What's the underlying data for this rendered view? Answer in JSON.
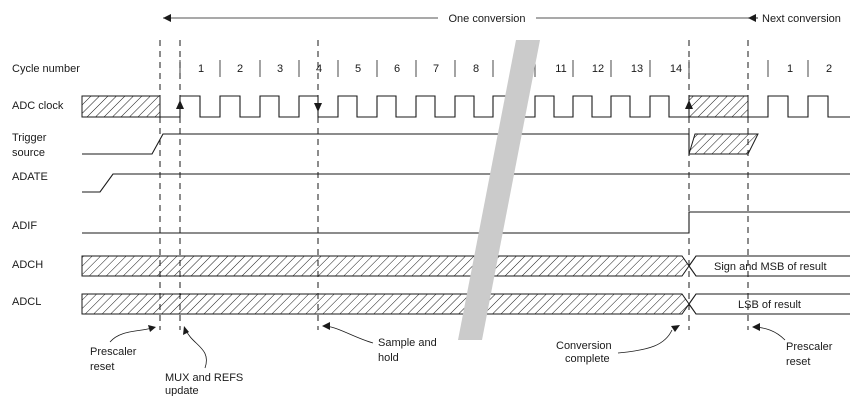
{
  "header": {
    "span_label": "One conversion",
    "next_label": "Next conversion"
  },
  "rows": {
    "cycle_number": "Cycle number",
    "adc_clock": "ADC clock",
    "trigger_line1": "Trigger",
    "trigger_line2": "source",
    "adate": "ADATE",
    "adif": "ADIF",
    "adch": "ADCH",
    "adcl": "ADCL"
  },
  "cycles": [
    "1",
    "2",
    "3",
    "4",
    "5",
    "6",
    "7",
    "8",
    "11",
    "12",
    "13",
    "14"
  ],
  "next_cycles": [
    "1",
    "2"
  ],
  "data_labels": {
    "adch_result": "Sign and MSB of result",
    "adcl_result": "LSB of result"
  },
  "annotations": {
    "prescaler_reset_1_line1": "Prescaler",
    "prescaler_reset_1_line2": "reset",
    "mux_refs_line1": "MUX and REFS",
    "mux_refs_line2": "update",
    "sample_hold_line1": "Sample and",
    "sample_hold_line2": "hold",
    "conversion_complete_line1": "Conversion",
    "conversion_complete_line2": "complete",
    "prescaler_reset_2_line1": "Prescaler",
    "prescaler_reset_2_line2": "reset"
  },
  "colors": {
    "ink": "#1a1a1a",
    "break_band": "#cbcbcb"
  }
}
